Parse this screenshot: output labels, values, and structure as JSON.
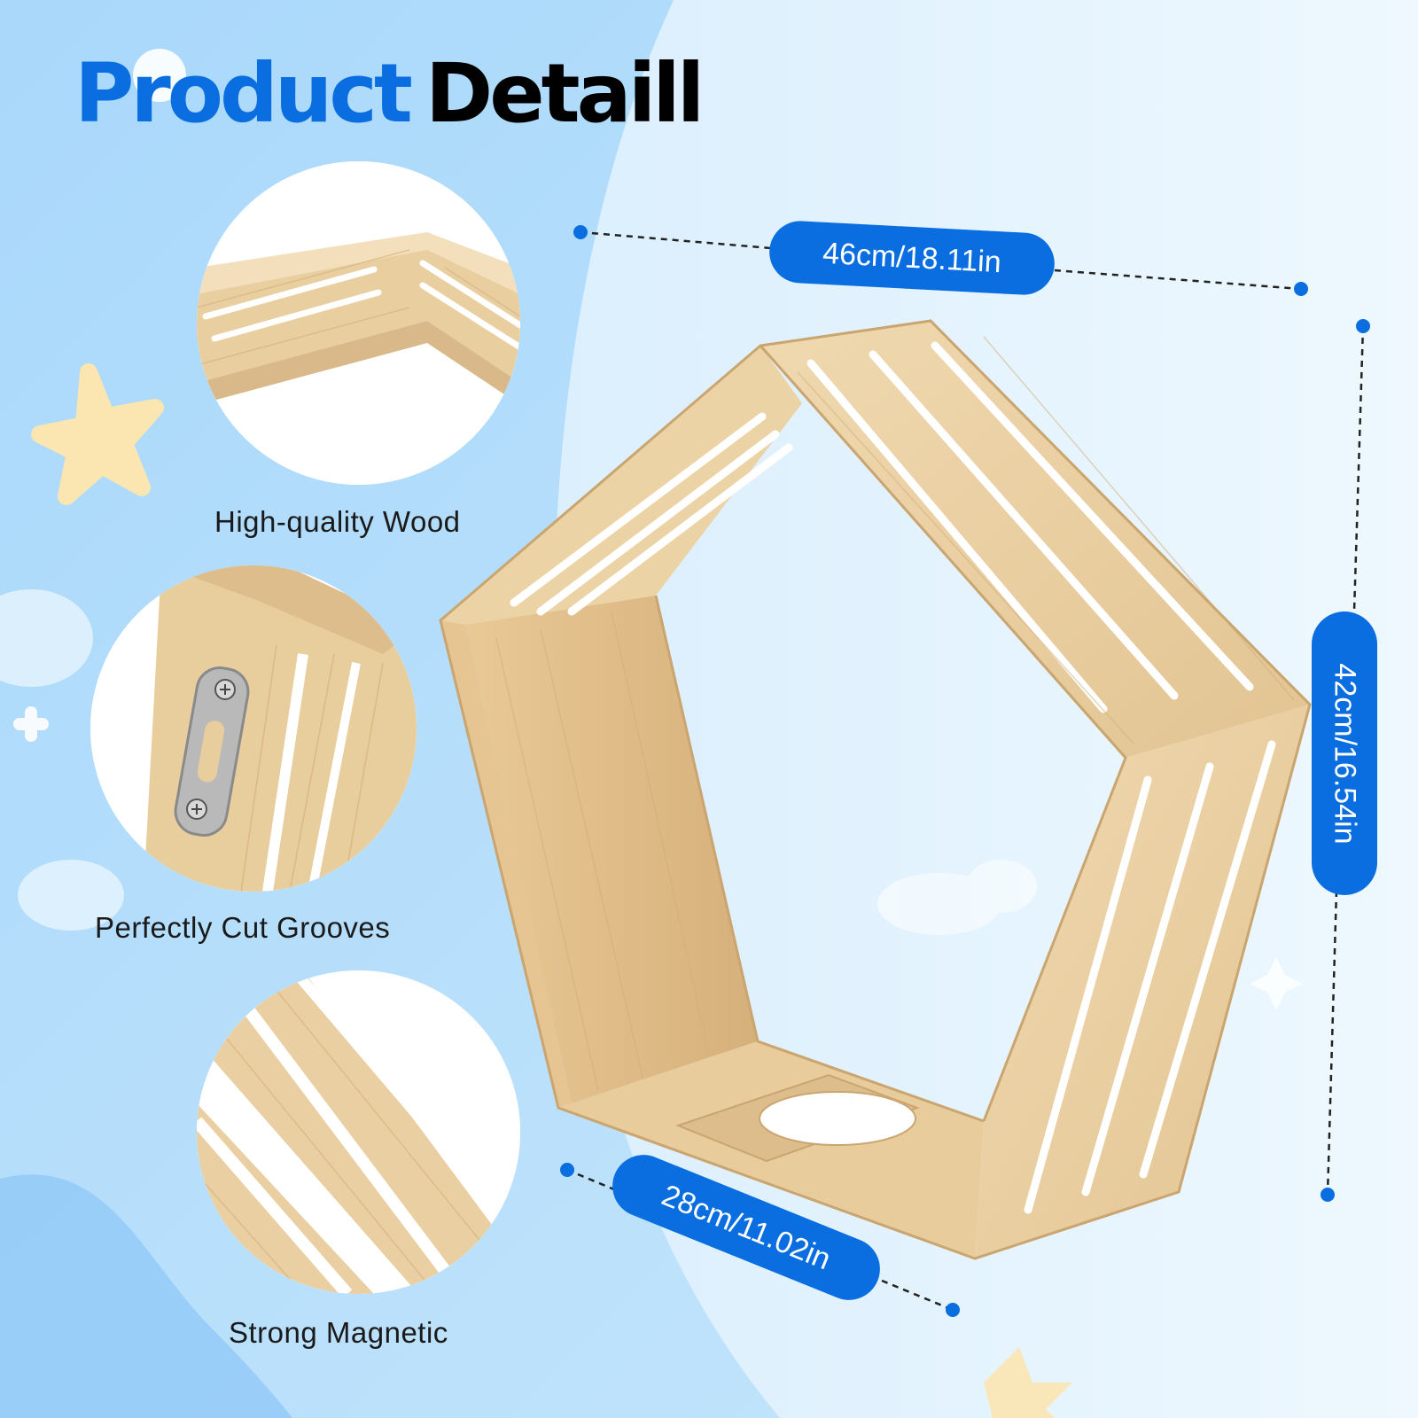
{
  "title": {
    "word1": "Product",
    "word2": "Detaill"
  },
  "features": [
    {
      "label": "High-quality Wood"
    },
    {
      "label": "Perfectly Cut Grooves"
    },
    {
      "label": "Strong Magnetic"
    }
  ],
  "dimensions": {
    "width": "46cm/18.11in",
    "height": "42cm/16.54in",
    "depth": "28cm/11.02in"
  },
  "colors": {
    "accent": "#0a6ee0",
    "background": "#bfe2fb",
    "wood": "#e8cfa2"
  }
}
